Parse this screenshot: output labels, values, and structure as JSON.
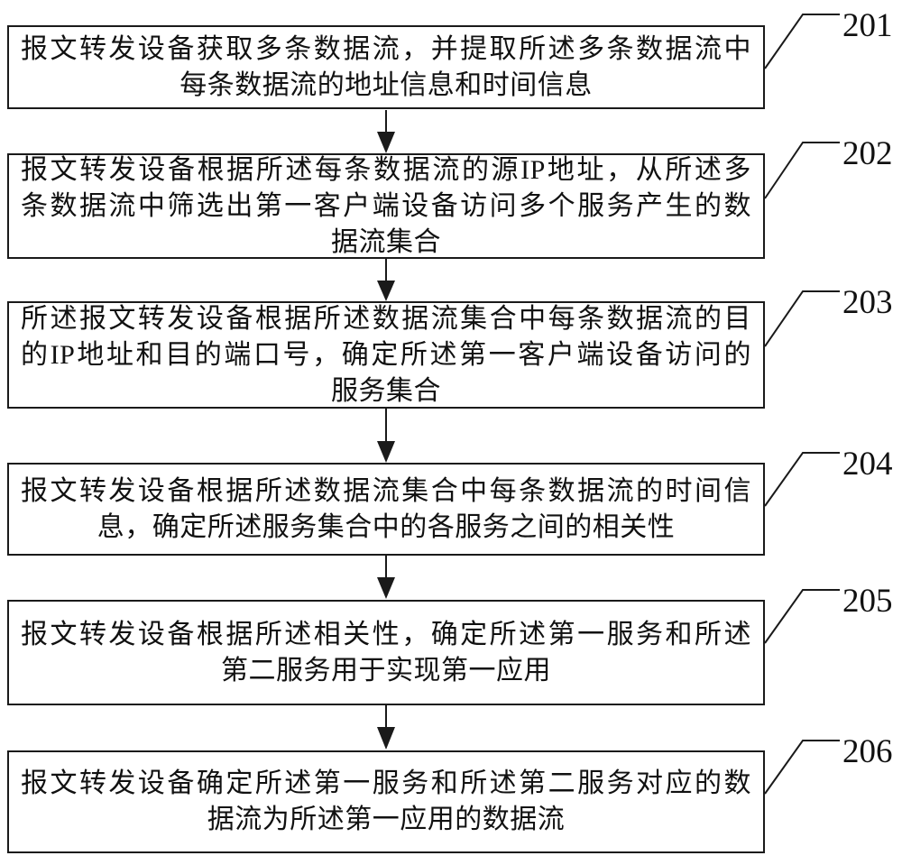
{
  "figure": {
    "background_color": "#ffffff",
    "line_color": "#1a1a1a",
    "type": "patent-method-flowchart"
  },
  "steps": [
    {
      "ref": "201",
      "lines": [
        "报文转发设备获取多条数据流，并提取所述多条数据流中",
        "每条数据流的地址信息和时间信息"
      ]
    },
    {
      "ref": "202",
      "lines": [
        "报文转发设备根据所述每条数据流的源IP地址，从所述多",
        "条数据流中筛选出第一客户端设备访问多个服务产生的数",
        "据流集合"
      ]
    },
    {
      "ref": "203",
      "lines": [
        "所述报文转发设备根据所述数据流集合中每条数据流的目",
        "的IP地址和目的端口号，确定所述第一客户端设备访问的",
        "服务集合"
      ]
    },
    {
      "ref": "204",
      "lines": [
        "报文转发设备根据所述数据流集合中每条数据流的时间信",
        "息，确定所述服务集合中的各服务之间的相关性"
      ]
    },
    {
      "ref": "205",
      "lines": [
        "报文转发设备根据所述相关性，确定所述第一服务和所述",
        "第二服务用于实现第一应用"
      ]
    },
    {
      "ref": "206",
      "lines": [
        "报文转发设备确定所述第一服务和所述第二服务对应的数",
        "据流为所述第一应用的数据流"
      ]
    }
  ]
}
